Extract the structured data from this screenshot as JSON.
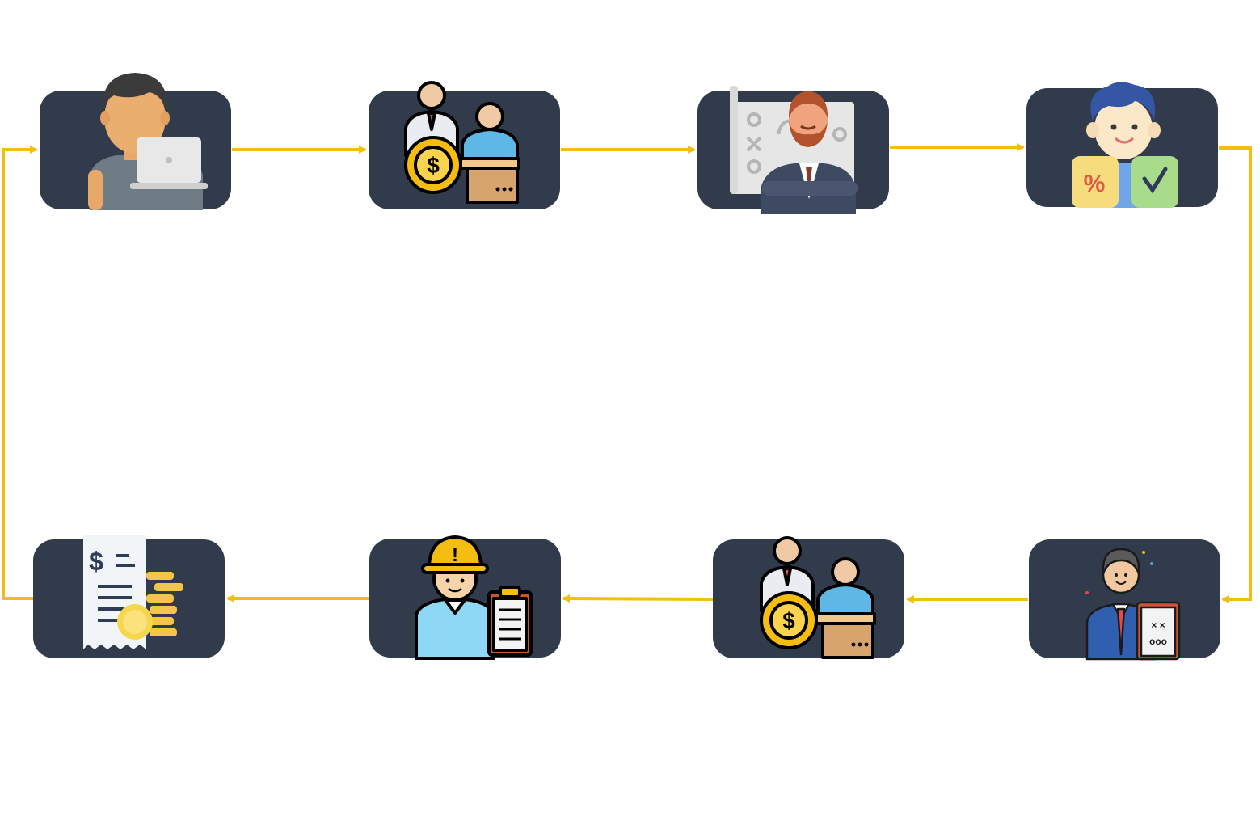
{
  "diagram": {
    "type": "process-cycle",
    "direction": "clockwise",
    "node_count": 8,
    "colors": {
      "background": "#ffffff",
      "card": "#323b4c",
      "connector": "#f5bd0f"
    },
    "nodes": [
      {
        "id": "n1",
        "icon": "person-laptop-icon"
      },
      {
        "id": "n2",
        "icon": "finance-meeting-icon"
      },
      {
        "id": "n3",
        "icon": "strategy-manager-icon"
      },
      {
        "id": "n4",
        "icon": "customer-offer-icon"
      },
      {
        "id": "n5",
        "icon": "business-plan-icon"
      },
      {
        "id": "n6",
        "icon": "finance-meeting-icon"
      },
      {
        "id": "n7",
        "icon": "engineer-checklist-icon"
      },
      {
        "id": "n8",
        "icon": "invoice-coins-icon"
      }
    ],
    "edges": [
      {
        "from": "n1",
        "to": "n2"
      },
      {
        "from": "n2",
        "to": "n3"
      },
      {
        "from": "n3",
        "to": "n4"
      },
      {
        "from": "n4",
        "to": "n5"
      },
      {
        "from": "n5",
        "to": "n6"
      },
      {
        "from": "n6",
        "to": "n7"
      },
      {
        "from": "n7",
        "to": "n8"
      },
      {
        "from": "n8",
        "to": "n1"
      }
    ]
  }
}
